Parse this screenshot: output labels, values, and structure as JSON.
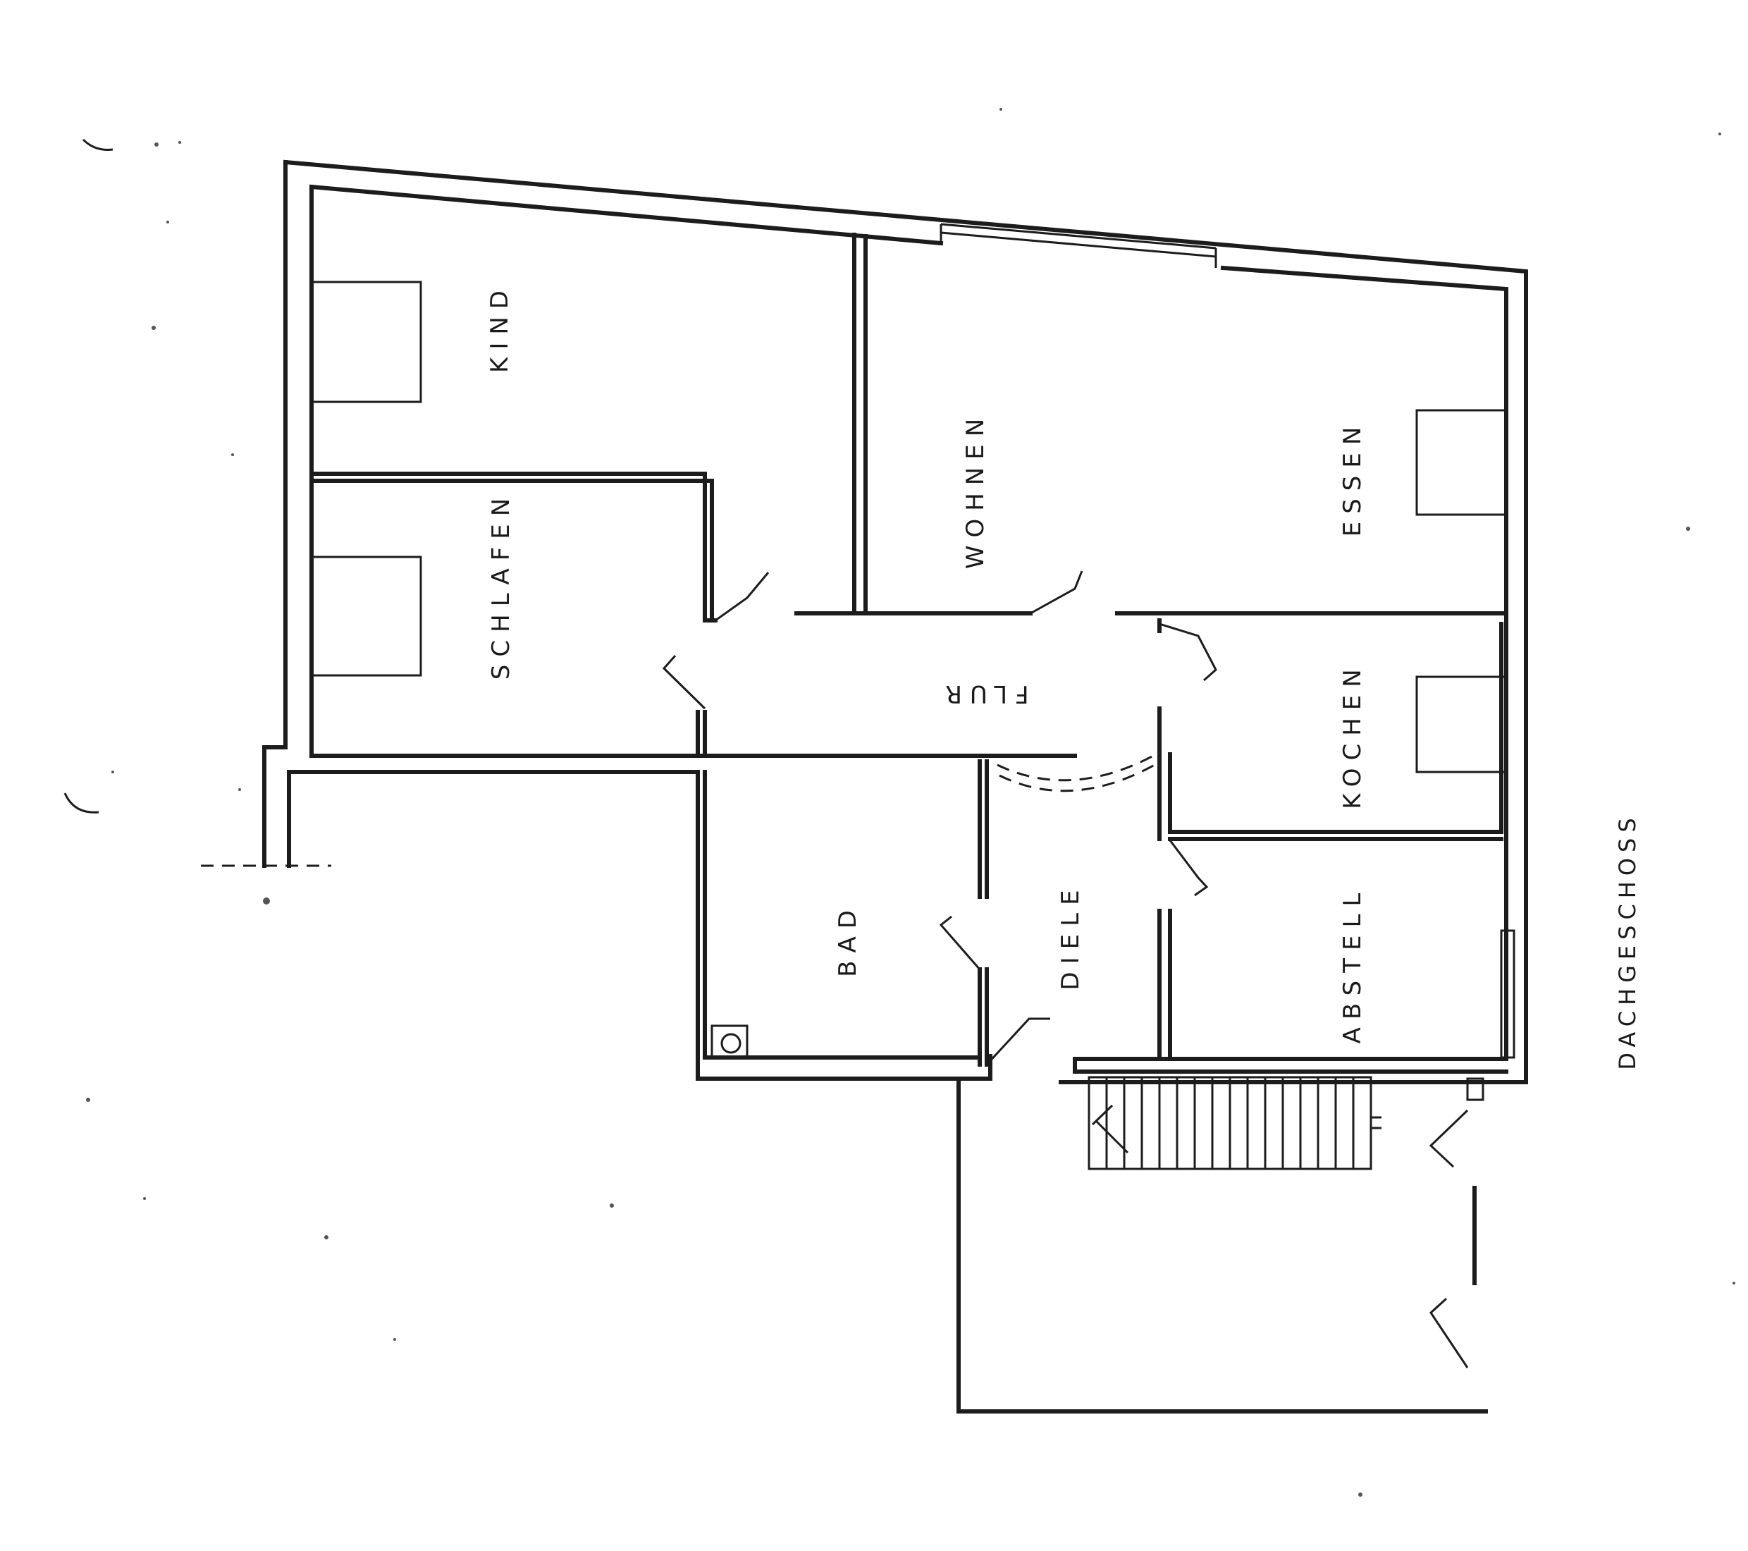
{
  "floor_label": "DACHGESCHOSS",
  "rooms": {
    "kind": "KIND",
    "schlafen": "SCHLAFEN",
    "wohnen": "WOHNEN",
    "essen": "ESSEN",
    "flur": "FLUR",
    "kochen": "KOCHEN",
    "bad": "BAD",
    "diele": "DIELE",
    "abstell": "ABSTELL"
  }
}
